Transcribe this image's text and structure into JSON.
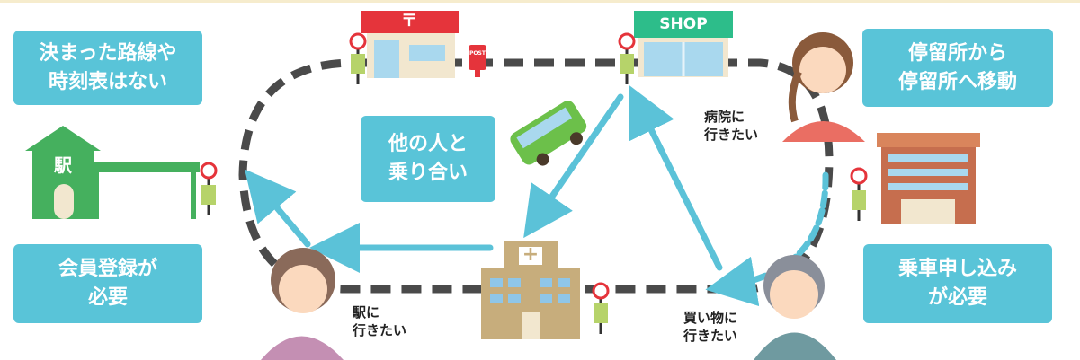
{
  "callouts": {
    "no_fixed_route": "決まった路線や\n時刻表はない",
    "membership": "会員登録が\n必要",
    "shared_ride": "他の人と\n乗り合い",
    "stop_to_stop": "停留所から\n停留所へ移動",
    "booking": "乗車申し込み\nが必要"
  },
  "captions": {
    "hospital_wish": "病院に\n行きたい",
    "station_wish": "駅に\n行きたい",
    "shopping_wish": "買い物に\n行きたい"
  },
  "signs": {
    "shop": "SHOP",
    "station": "駅",
    "post_symbol": "〒",
    "post_small": "POST",
    "hospital_cross": "+"
  },
  "colors": {
    "callout_bg": "#59c4d8",
    "route_dash": "#4a4a4a",
    "arrow": "#5bc2d8",
    "shop_green": "#2dbd8a",
    "post_red": "#e5343b",
    "station_green": "#45b05e",
    "bus_green": "#6cc04a"
  }
}
